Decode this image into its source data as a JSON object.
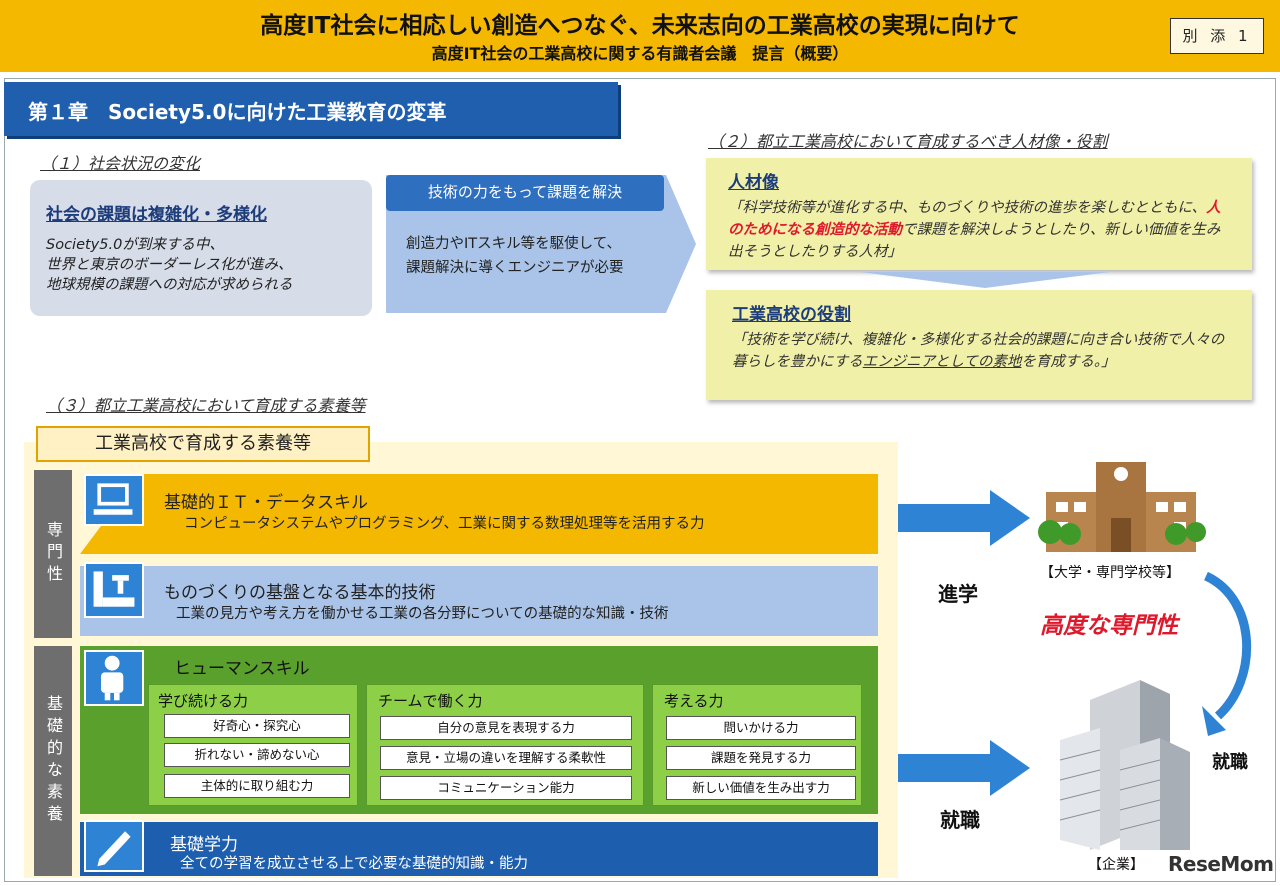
{
  "header": {
    "title": "高度IT社会に相応しい創造へつなぐ、未来志向の工業高校の実現に向けて",
    "subtitle": "高度IT社会の工業高校に関する有識者会議　提言（概要）",
    "badge": "別 添 1"
  },
  "chapter": {
    "title": "第１章　Society5.0に向けた工業教育の変革"
  },
  "sec1": {
    "heading": "（１）社会状況の変化",
    "box_title": "社会の課題は複雑化・多様化",
    "box_lines": [
      "Society5.0が到来する中、",
      "世界と東京のボーダーレス化が進み、",
      "地球規模の課題への対応が求められる"
    ],
    "arrow_head": "技術の力をもって課題を解決",
    "arrow_lines": [
      "創造力やITスキル等を駆使して、",
      "課題解決に導くエンジニアが必要"
    ]
  },
  "sec2": {
    "heading": "（２）都立工業高校において育成するべき人材像・役割",
    "box1_title": "人材像",
    "box1_a": "「科学技術等が進化する中、ものづくりや技術の進歩を楽しむとともに、",
    "box1_red": "人のためになる創造的な活動",
    "box1_b": "で課題を解決しようとしたり、新しい価値を生み出そうとしたりする人材」",
    "box2_title": "工業高校の役割",
    "box2_a": "「技術を学び続け、複雑化・多様化する社会的課題に向き合い技術で人々の暮らしを豊かにする",
    "box2_ul": "エンジニアとしての素地",
    "box2_b": "を育成する。」"
  },
  "sec3": {
    "heading": "（３）都立工業高校において育成する素養等",
    "tag": "工業高校で育成する素養等",
    "v1": "専門性",
    "v2": "基礎的な素養",
    "it_title": "基礎的ＩＴ・データスキル",
    "it_sub": "コンピュータシステムやプログラミング、工業に関する数理処理等を活用する力",
    "mono_title": "ものづくりの基盤となる基本的技術",
    "mono_sub": "工業の見方や考え方を働かせる工業の各分野についての基礎的な知識・技術",
    "human_title": "ヒューマンスキル",
    "groups": [
      {
        "title": "学び続ける力",
        "items": [
          "好奇心・探究心",
          "折れない・諦めない心",
          "主体的に取り組む力"
        ]
      },
      {
        "title": "チームで働く力",
        "items": [
          "自分の意見を表現する力",
          "意見・立場の違いを理解する柔軟性",
          "コミュニケーション能力"
        ]
      },
      {
        "title": "考える力",
        "items": [
          "問いかける力",
          "課題を発見する力",
          "新しい価値を生み出す力"
        ]
      }
    ],
    "basic_title": "基礎学力",
    "basic_sub": "全ての学習を成立させる上で必要な基礎的知識・能力"
  },
  "right": {
    "shingaku": "進学",
    "shuushoku": "就職",
    "univ": "【大学・専門学校等】",
    "advanced": "高度な専門性",
    "shuushoku2": "就職",
    "corp": "【企業】"
  },
  "watermark": "ReseMom"
}
